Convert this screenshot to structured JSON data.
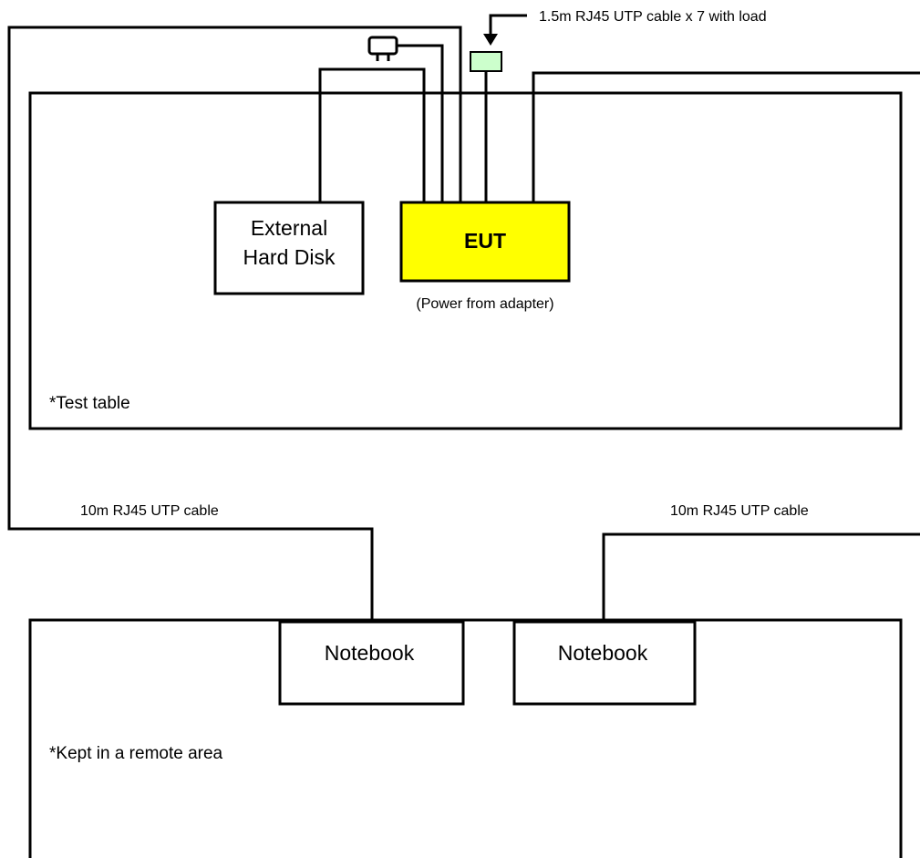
{
  "load_label": "1.5m RJ45 UTP cable x 7 with load",
  "eut": {
    "label": "EUT",
    "note": "(Power from adapter)",
    "fill": "#ffff00"
  },
  "external_hdd": {
    "line1": "External",
    "line2": "Hard Disk"
  },
  "test_table_label": "*Test table",
  "cable_left_label": "10m RJ45 UTP cable",
  "cable_right_label": "10m RJ45 UTP cable",
  "notebook_left_label": "Notebook",
  "notebook_right_label": "Notebook",
  "remote_area_label": "*Kept in a remote area",
  "load_fill": "#ccffcc",
  "power_plug_icon": "power-plug"
}
